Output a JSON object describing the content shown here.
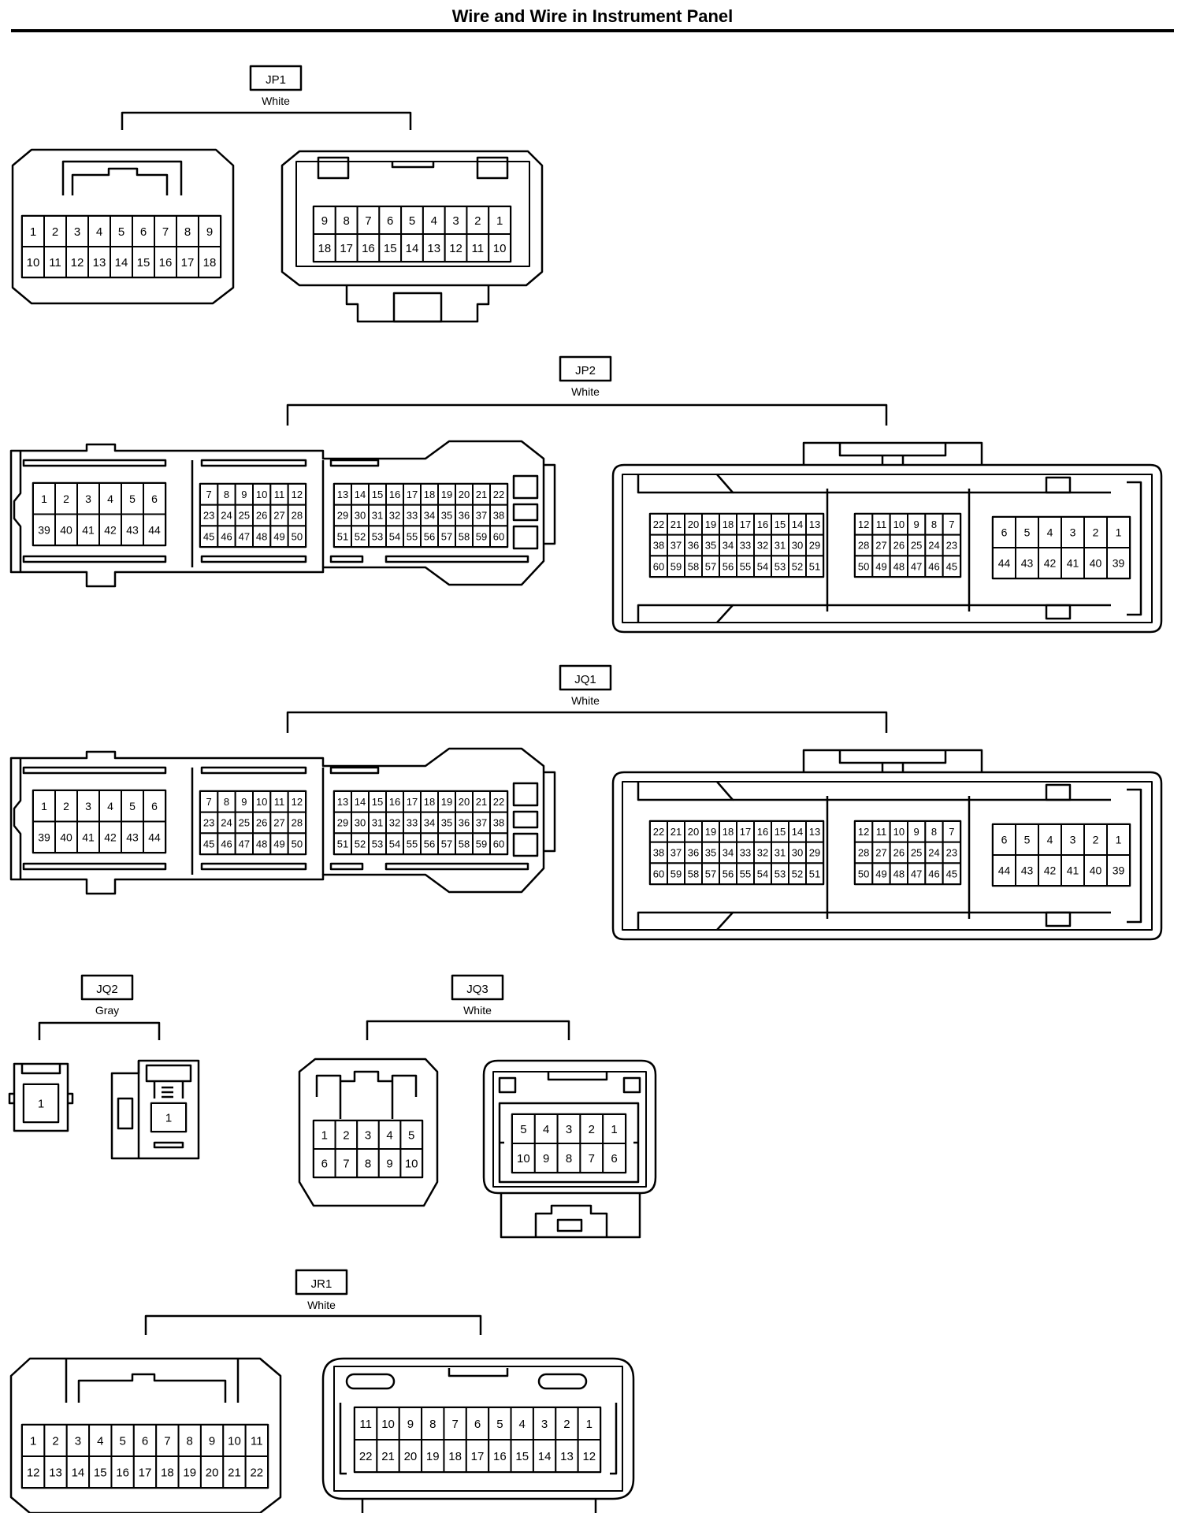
{
  "page_title": "Wire and Wire in Instrument Panel",
  "connectors": [
    {
      "id": "JP1",
      "color": "White"
    },
    {
      "id": "JP2",
      "color": "White"
    },
    {
      "id": "JQ1",
      "color": "White"
    },
    {
      "id": "JQ2",
      "color": "Gray"
    },
    {
      "id": "JQ3",
      "color": "White"
    },
    {
      "id": "JR1",
      "color": "White"
    }
  ],
  "pin_grids": {
    "jp1_a": [
      [
        1,
        2,
        3,
        4,
        5,
        6,
        7,
        8,
        9
      ],
      [
        10,
        11,
        12,
        13,
        14,
        15,
        16,
        17,
        18
      ]
    ],
    "jp1_b": [
      [
        9,
        8,
        7,
        6,
        5,
        4,
        3,
        2,
        1
      ],
      [
        18,
        17,
        16,
        15,
        14,
        13,
        12,
        11,
        10
      ]
    ],
    "big_a1": [
      [
        1,
        2,
        3,
        4,
        5,
        6
      ],
      [
        39,
        40,
        41,
        42,
        43,
        44
      ]
    ],
    "big_a2": [
      [
        7,
        8,
        9,
        10,
        11,
        12
      ],
      [
        23,
        24,
        25,
        26,
        27,
        28
      ],
      [
        45,
        46,
        47,
        48,
        49,
        50
      ]
    ],
    "big_a3": [
      [
        13,
        14,
        15,
        16,
        17,
        18,
        19,
        20,
        21,
        22
      ],
      [
        29,
        30,
        31,
        32,
        33,
        34,
        35,
        36,
        37,
        38
      ],
      [
        51,
        52,
        53,
        54,
        55,
        56,
        57,
        58,
        59,
        60
      ]
    ],
    "big_b1": [
      [
        22,
        21,
        20,
        19,
        18,
        17,
        16,
        15,
        14,
        13
      ],
      [
        38,
        37,
        36,
        35,
        34,
        33,
        32,
        31,
        30,
        29
      ],
      [
        60,
        59,
        58,
        57,
        56,
        55,
        54,
        53,
        52,
        51
      ]
    ],
    "big_b2": [
      [
        12,
        11,
        10,
        9,
        8,
        7
      ],
      [
        28,
        27,
        26,
        25,
        24,
        23
      ],
      [
        50,
        49,
        48,
        47,
        46,
        45
      ]
    ],
    "big_b3": [
      [
        6,
        5,
        4,
        3,
        2,
        1
      ],
      [
        44,
        43,
        42,
        41,
        40,
        39
      ]
    ],
    "jq2": [
      [
        1
      ]
    ],
    "jq3_a": [
      [
        1,
        2,
        3,
        4,
        5
      ],
      [
        6,
        7,
        8,
        9,
        10
      ]
    ],
    "jq3_b": [
      [
        5,
        4,
        3,
        2,
        1
      ],
      [
        10,
        9,
        8,
        7,
        6
      ]
    ],
    "jr1_a": [
      [
        1,
        2,
        3,
        4,
        5,
        6,
        7,
        8,
        9,
        10,
        11
      ],
      [
        12,
        13,
        14,
        15,
        16,
        17,
        18,
        19,
        20,
        21,
        22
      ]
    ],
    "jr1_b": [
      [
        11,
        10,
        9,
        8,
        7,
        6,
        5,
        4,
        3,
        2,
        1
      ],
      [
        22,
        21,
        20,
        19,
        18,
        17,
        16,
        15,
        14,
        13,
        12
      ]
    ]
  }
}
